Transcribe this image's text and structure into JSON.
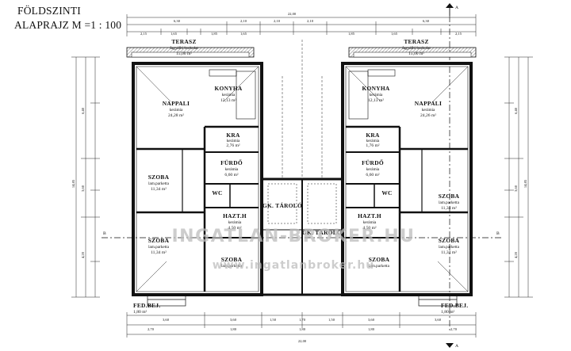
{
  "title": {
    "line1": "FÖLDSZINTI",
    "line2": "ALAPRAJZ M =1 : 100"
  },
  "rooms": [
    {
      "id": "terasz-l",
      "name": "TERASZ",
      "floor": "fagyálló burkolat",
      "area": "15,00 m²"
    },
    {
      "id": "terasz-r",
      "name": "TERASZ",
      "floor": "fagyálló burkolat",
      "area": "15,00 m²"
    },
    {
      "id": "konyha-l",
      "name": "KONYHA",
      "floor": "kerámia",
      "area": "12,13 m²"
    },
    {
      "id": "konyha-r",
      "name": "KONYHA",
      "floor": "kerámia",
      "area": "12,13 m²"
    },
    {
      "id": "nappali-l",
      "name": "NAPPALI",
      "floor": "kerámia",
      "area": "24,28 m²"
    },
    {
      "id": "nappali-r",
      "name": "NAPPALI",
      "floor": "kerámia",
      "area": "24,26 m²"
    },
    {
      "id": "kra-l",
      "name": "KRA",
      "floor": "kerámia",
      "area": "2,76 m²"
    },
    {
      "id": "kra-r",
      "name": "KRA",
      "floor": "kerámia",
      "area": "1,76 m²"
    },
    {
      "id": "furdo-l",
      "name": "FÜRDŐ",
      "floor": "kerámia",
      "area": "6,60 m²"
    },
    {
      "id": "furdo-r",
      "name": "FÜRDŐ",
      "floor": "kerámia",
      "area": "6,60 m²"
    },
    {
      "id": "szoba1-l",
      "name": "SZOBA",
      "floor": "lam.parketta",
      "area": "11,34 m²"
    },
    {
      "id": "szoba1-r",
      "name": "SZOBA",
      "floor": "lam.parketta",
      "area": "11,34 m²"
    },
    {
      "id": "wc-l",
      "name": "WC",
      "floor": "",
      "area": ""
    },
    {
      "id": "wc-r",
      "name": "WC",
      "floor": "",
      "area": ""
    },
    {
      "id": "hazt-l",
      "name": "HAZT.H",
      "floor": "kerámia",
      "area": "4,50 m²"
    },
    {
      "id": "hazt-r",
      "name": "HAZT.H",
      "floor": "kerámia",
      "area": "4,50 m²"
    },
    {
      "id": "gk-l",
      "name": "GK. TÁROLÓ",
      "floor": "",
      "area": ""
    },
    {
      "id": "gk-r",
      "name": "GK. TÁROLÓ",
      "floor": "",
      "area": ""
    },
    {
      "id": "szoba2-l",
      "name": "SZOBA",
      "floor": "lam.parketta",
      "area": "11,34 m²"
    },
    {
      "id": "szoba2-r",
      "name": "SZOBA",
      "floor": "lam.parketta",
      "area": "11,34 m²"
    },
    {
      "id": "szoba3-l",
      "name": "SZOBA",
      "floor": "lam.parketta",
      "area": ""
    },
    {
      "id": "szoba3-r",
      "name": "SZOBA",
      "floor": "lam.parketta",
      "area": ""
    },
    {
      "id": "fedbej-l",
      "name": "FED.BEJ.",
      "floor": "",
      "area": "1,80 m²"
    },
    {
      "id": "fedbej-r",
      "name": "FED.BEJ.",
      "floor": "",
      "area": "1,80 m²"
    }
  ],
  "dimensions": {
    "top_total": "22,00",
    "top_row1": [
      "6,30",
      "2,10",
      "2,10",
      "2,10",
      "6,30"
    ],
    "top_row2": [
      "2,15",
      "1,65",
      "1,85",
      "1,65",
      "1,85",
      "1,65",
      "2,15"
    ],
    "bottom_row1": [
      "3,60",
      "3,60",
      "1,50",
      "1,70",
      "1,50",
      "3,60",
      "3,60"
    ],
    "bottom_row2": [
      "2,70",
      "1,80",
      "1,80",
      "1,80",
      "2,70"
    ],
    "bottom_total": "22,00",
    "left_total": "14,85",
    "right_total": "14,85",
    "left_row": [
      "6,40",
      "3,60",
      "4,20"
    ],
    "right_row": [
      "6,40",
      "3,60",
      "4,20"
    ]
  },
  "section_marks": {
    "top": "A",
    "bottom": "A",
    "left": "B",
    "right": "B"
  },
  "watermark": {
    "main": "INGATLAN-BROKER.HU",
    "sub": "www.ingatlanbroker.hu"
  },
  "colors": {
    "ink": "#111111",
    "watermark": "#bdbdbd"
  }
}
